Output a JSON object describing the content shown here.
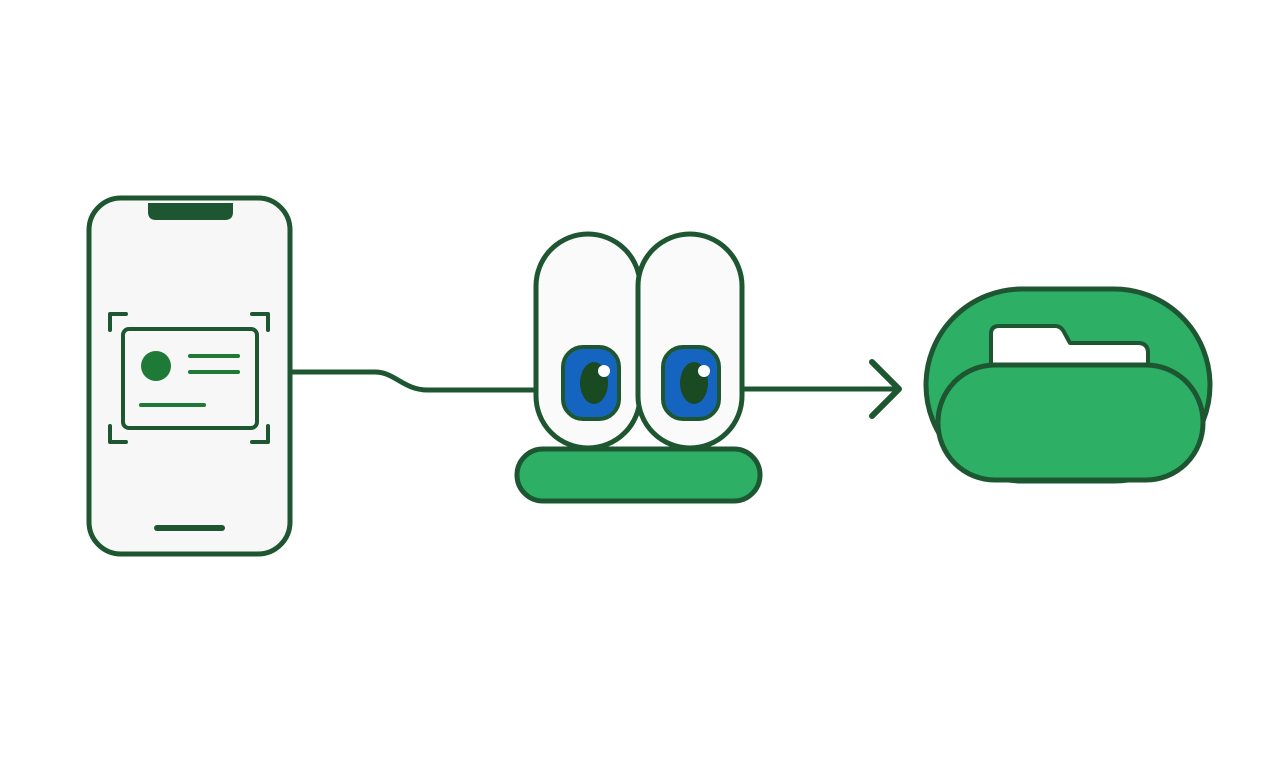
{
  "diagram": {
    "steps": [
      {
        "id": "scan",
        "icon": "phone-id-card-scan-icon"
      },
      {
        "id": "review",
        "icon": "eyes-mascot-icon"
      },
      {
        "id": "store",
        "icon": "folder-storage-icon"
      }
    ],
    "connectors": [
      {
        "from": "scan",
        "to": "review",
        "style": "line"
      },
      {
        "from": "review",
        "to": "store",
        "style": "arrow"
      }
    ]
  },
  "colors": {
    "stroke": "#1e5631",
    "green_fill": "#2db066",
    "dark_green": "#1f7a38",
    "eye_blue": "#1565c0",
    "pupil": "#1a4a22",
    "screen": "#f7f7f7",
    "eye_white": "#fafafa",
    "folder_paper": "#ffffff"
  }
}
